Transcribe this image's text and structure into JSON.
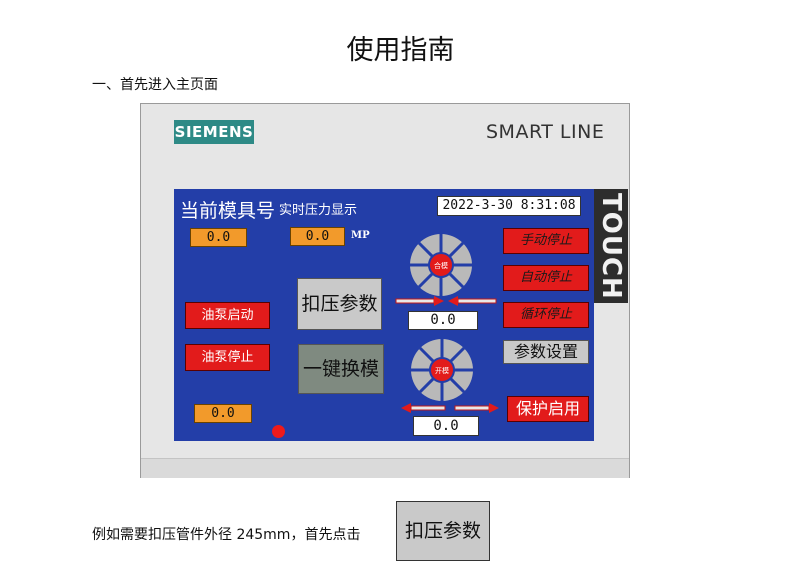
{
  "document": {
    "title": "使用指南",
    "section_heading": "一、首先进入主页面",
    "example_text": "例如需要扣压管件外径 245mm，首先点击",
    "example_button_label": "扣压参数"
  },
  "device": {
    "brand": "SIEMENS",
    "model": "SMART LINE",
    "touch_label": "TOUCH",
    "brand_color": "#2e8a86"
  },
  "hmi": {
    "screen_bg": "#233ea8",
    "title": "当前模具号",
    "subtitle": "实时压力显示",
    "datetime": "2022-3-30 8:31:08",
    "mold_value": "0.0",
    "pressure_value": "0.0",
    "pressure_unit": "MP",
    "bottom_value": "0.0",
    "upper_gauge_value": "0.0",
    "lower_gauge_value": "0.0",
    "upper_gauge_label": "合模",
    "lower_gauge_label": "开模",
    "buttons": {
      "pump_start": "油泵启动",
      "pump_stop": "油泵停止",
      "crimp_params": "扣压参数",
      "one_key_change": "一键换模",
      "manual_stop": "手动停止",
      "auto_stop": "自动停止",
      "cycle_stop": "循环停止",
      "param_settings": "参数设置",
      "protect_enable": "保护启用"
    }
  }
}
